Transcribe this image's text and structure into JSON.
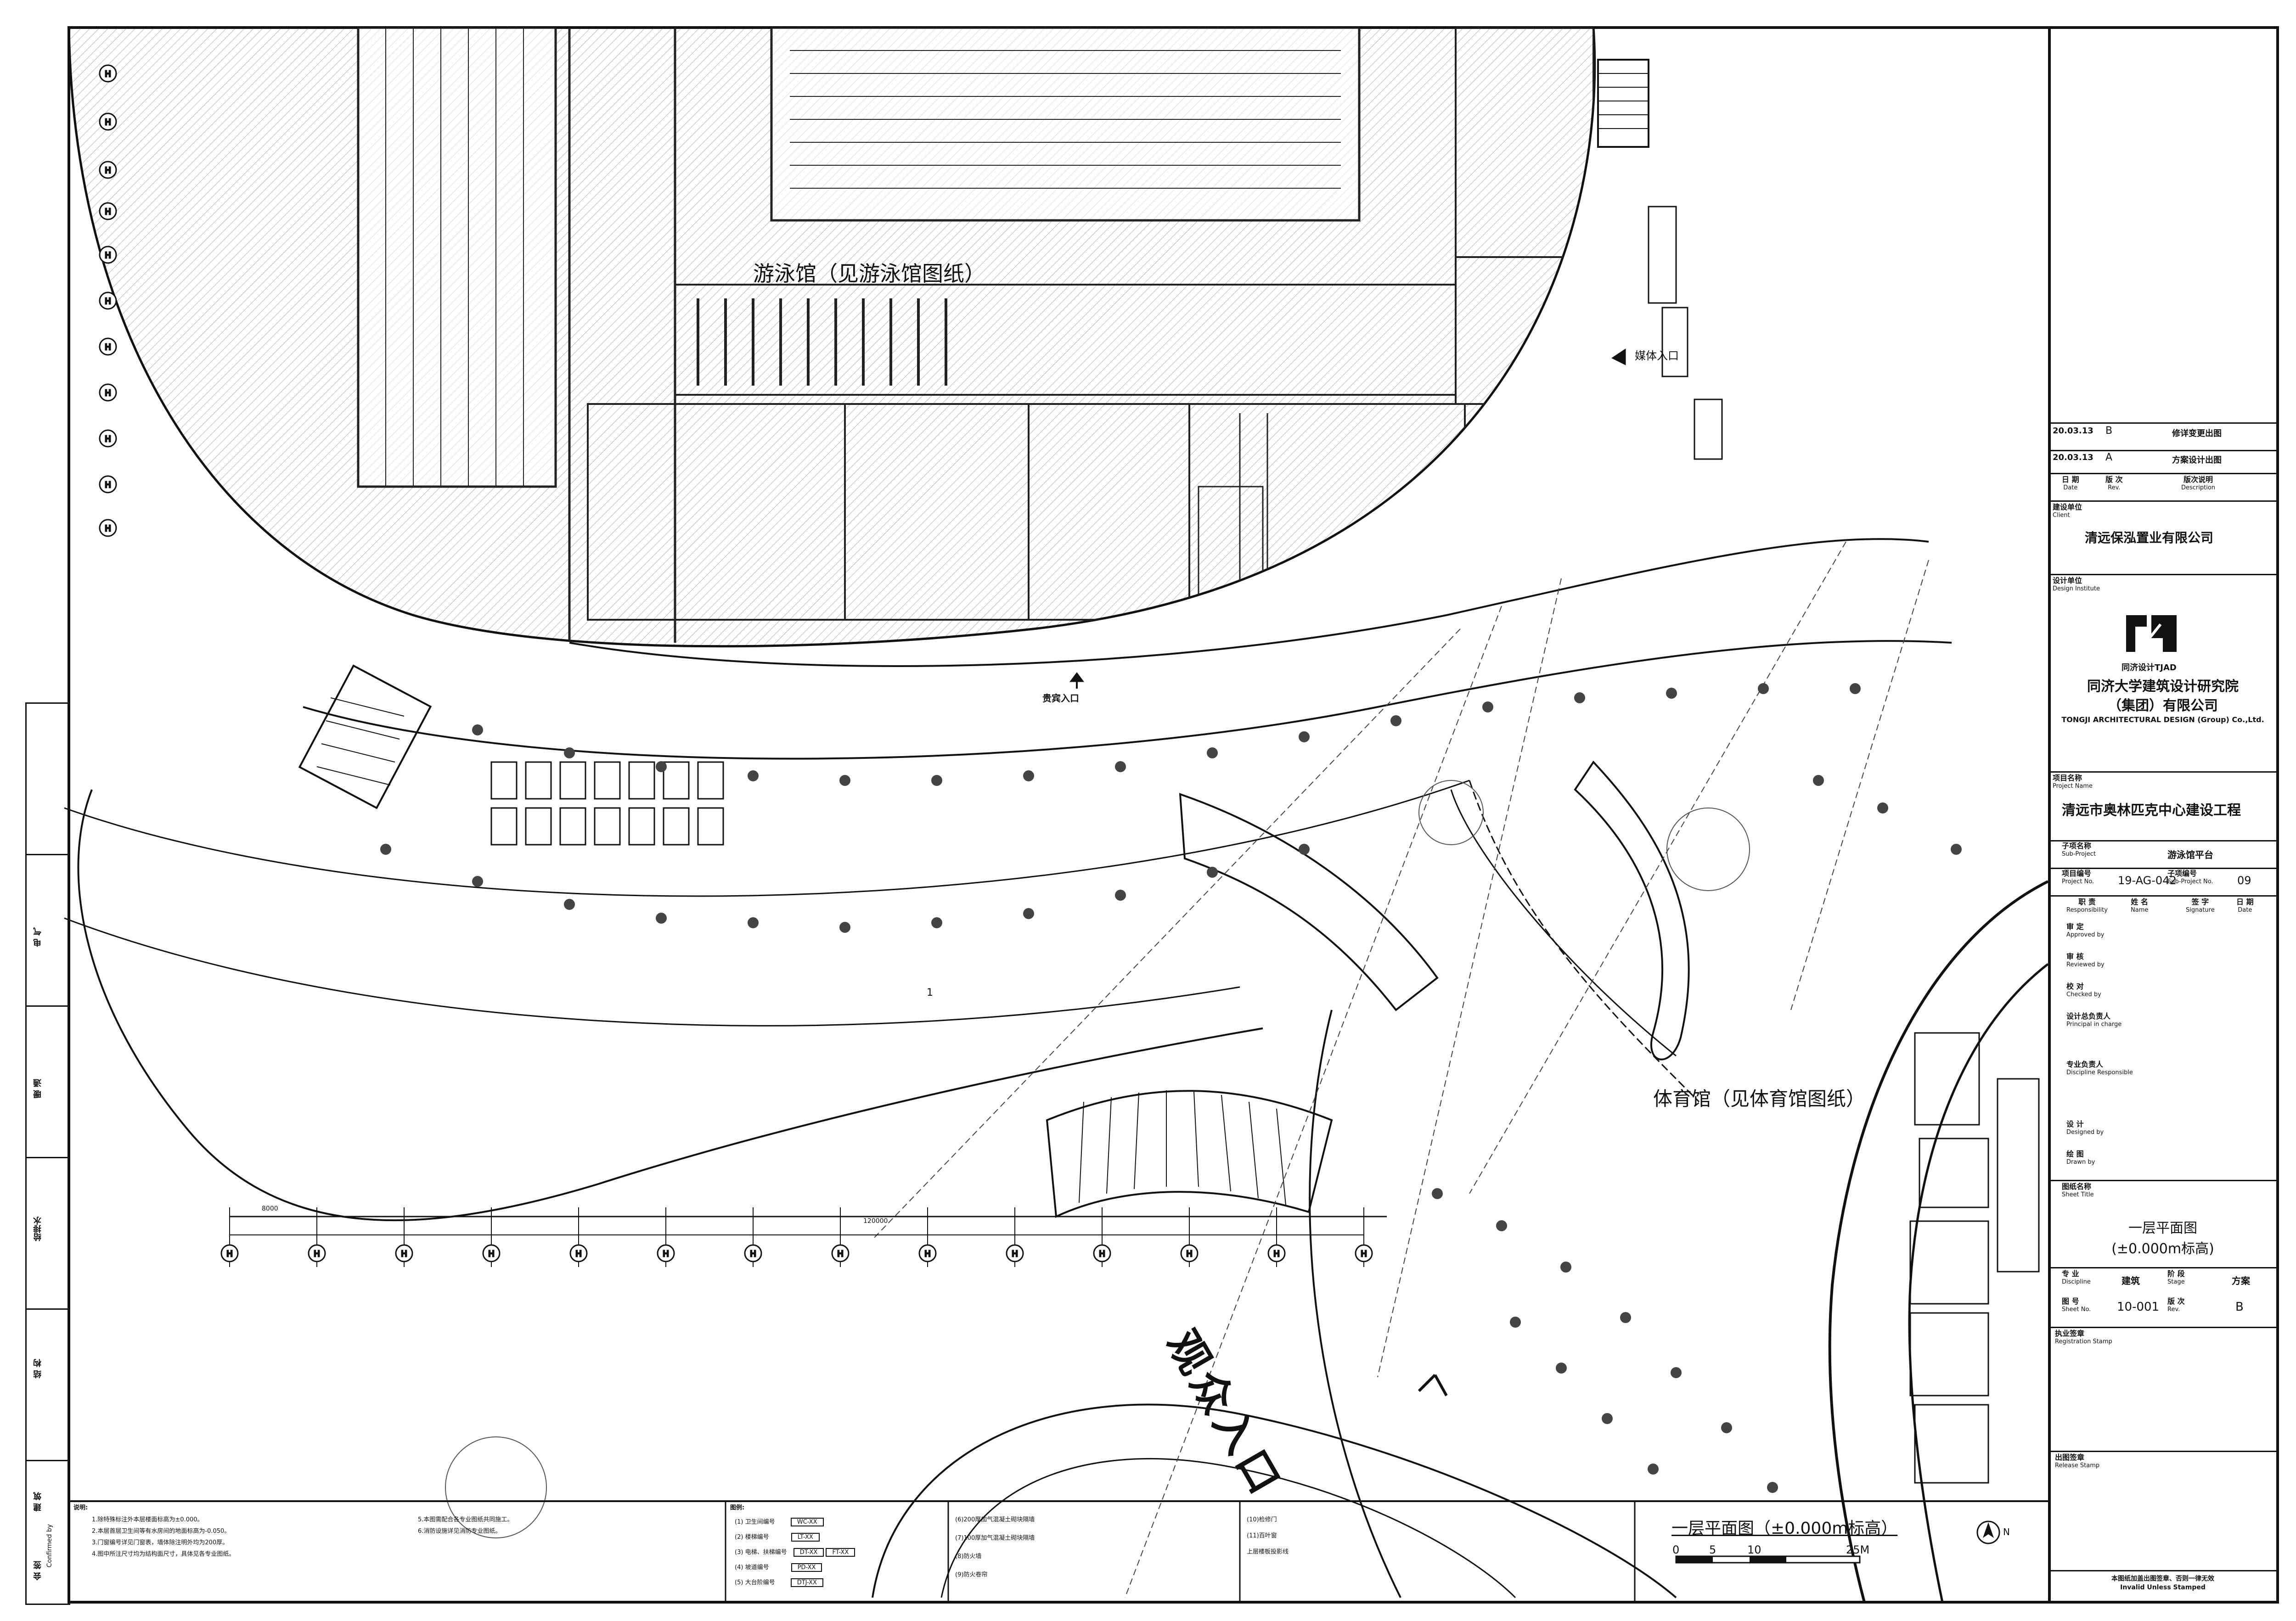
{
  "plan": {
    "swimming_label": "游泳馆（见游泳馆图纸）",
    "gym_label": "体育馆（见体育馆图纸）",
    "audience_entrance": "观众入口",
    "vip_entrance": "贵宾入口",
    "media_entrance": "媒体入口",
    "dim_total": "120000",
    "dim_span": "8000",
    "axis_label": "H",
    "section_mark": "1"
  },
  "scale": {
    "title": "一层平面图（±0.000m标高）",
    "ticks": [
      "0",
      "5",
      "10",
      "25M"
    ],
    "north": "N"
  },
  "notes": {
    "heading": "说明:",
    "items": [
      "1.除特殊标注外本层楼面标高为±0.000。",
      "2.本层首层卫生间等有水房间的地面标高为-0.050。",
      "3.门窗编号详见门窗表，墙体除注明外均为200厚。",
      "4.图中所注尺寸均为结构面尺寸，具体见各专业图纸。"
    ],
    "col2": [
      "5.本图需配合各专业图纸共同施工。",
      "6.消防设施详见消防专业图纸。"
    ]
  },
  "legend": {
    "heading": "图例:",
    "rows": [
      {
        "no": "(1)",
        "name": "卫生间编号",
        "code": "WC-XX"
      },
      {
        "no": "(2)",
        "name": "楼梯编号",
        "code": "LT-XX"
      },
      {
        "no": "(3)",
        "name": "电梯、扶梯编号",
        "code": "DT-XX",
        "code2": "FT-XX"
      },
      {
        "no": "(4)",
        "name": "坡道编号",
        "code": "PD-XX"
      },
      {
        "no": "(5)",
        "name": "大台阶编号",
        "code": "DTJ-XX"
      }
    ],
    "mid": [
      "(6)200厚加气混凝土砌块隔墙",
      "(7)100厚加气混凝土砌块隔墙",
      "(8)防火墙",
      "(9)防火卷帘"
    ],
    "right": [
      "(10)检修门",
      "(11)百叶窗",
      "上层楼板投影线"
    ]
  },
  "revisions": [
    {
      "date": "20.03.13",
      "rev": "B",
      "desc": "修详变更出图"
    },
    {
      "date": "20.03.13",
      "rev": "A",
      "desc": "方案设计出图"
    }
  ],
  "revision_header": {
    "date": "日 期",
    "date_en": "Date",
    "rev": "版 次",
    "rev_en": "Rev.",
    "desc": "版次说明",
    "desc_en": "Description"
  },
  "titleblock": {
    "client_label": "建设单位",
    "client_label_en": "Client",
    "client": "清远保泓置业有限公司",
    "institute_label": "设计单位",
    "institute_label_en": "Design Institute",
    "logo_caption": "同济设计TJAD",
    "institute_cn1": "同济大学建筑设计研究院",
    "institute_cn2": "（集团）有限公司",
    "institute_en": "TONGJI ARCHITECTURAL DESIGN (Group) Co.,Ltd.",
    "project_label": "项目名称",
    "project_label_en": "Project Name",
    "project": "清远市奥林匹克中心建设工程",
    "sub_label": "子项名称",
    "sub_label_en": "Sub-Project",
    "sub": "游泳馆平台",
    "project_no_label": "项目编号",
    "project_no_label_en": "Project No.",
    "project_no": "19-AG-042",
    "sub_no_label": "子项编号",
    "sub_no_label_en": "Sub-Project No.",
    "sub_no": "09",
    "resp_label": "职 责",
    "resp_label_en": "Responsibility",
    "name_label": "姓 名",
    "name_label_en": "Name",
    "sign_label": "签 字",
    "sign_label_en": "Signature",
    "date_label": "日 期",
    "date_label_en": "Date",
    "roles": [
      {
        "cn": "审 定",
        "en": "Approved by"
      },
      {
        "cn": "审 核",
        "en": "Reviewed by"
      },
      {
        "cn": "校 对",
        "en": "Checked by"
      },
      {
        "cn": "设计总负责人",
        "en": "Principal in charge"
      },
      {
        "cn": "专业负责人",
        "en": "Discipline Responsible"
      },
      {
        "cn": "设 计",
        "en": "Designed by"
      },
      {
        "cn": "绘 图",
        "en": "Drawn by"
      }
    ],
    "title_label": "图纸名称",
    "title_label_en": "Sheet Title",
    "sheet_title1": "一层平面图",
    "sheet_title2": "(±0.000m标高)",
    "discipline_label": "专 业",
    "discipline_label_en": "Discipline",
    "discipline": "建筑",
    "stage_label": "阶 段",
    "stage_label_en": "Stage",
    "stage": "方案",
    "sheet_no_label": "图 号",
    "sheet_no_label_en": "Sheet No.",
    "sheet_no": "10-001",
    "rev_label": "版 次",
    "rev_label_en": "Rev.",
    "rev": "B",
    "reg_label": "执业签章",
    "reg_label_en": "Registration Stamp",
    "release_label": "出图签章",
    "release_label_en": "Release Stamp",
    "invalid_cn": "本图纸加盖出图签章、否则一律无效",
    "invalid_en": "Invalid Unless Stamped"
  },
  "leftcol": {
    "rows": [
      "电 气",
      "暖 通",
      "给排水",
      "结 构",
      "建 筑",
      "会 签"
    ],
    "confirm": "Confirmed by"
  }
}
